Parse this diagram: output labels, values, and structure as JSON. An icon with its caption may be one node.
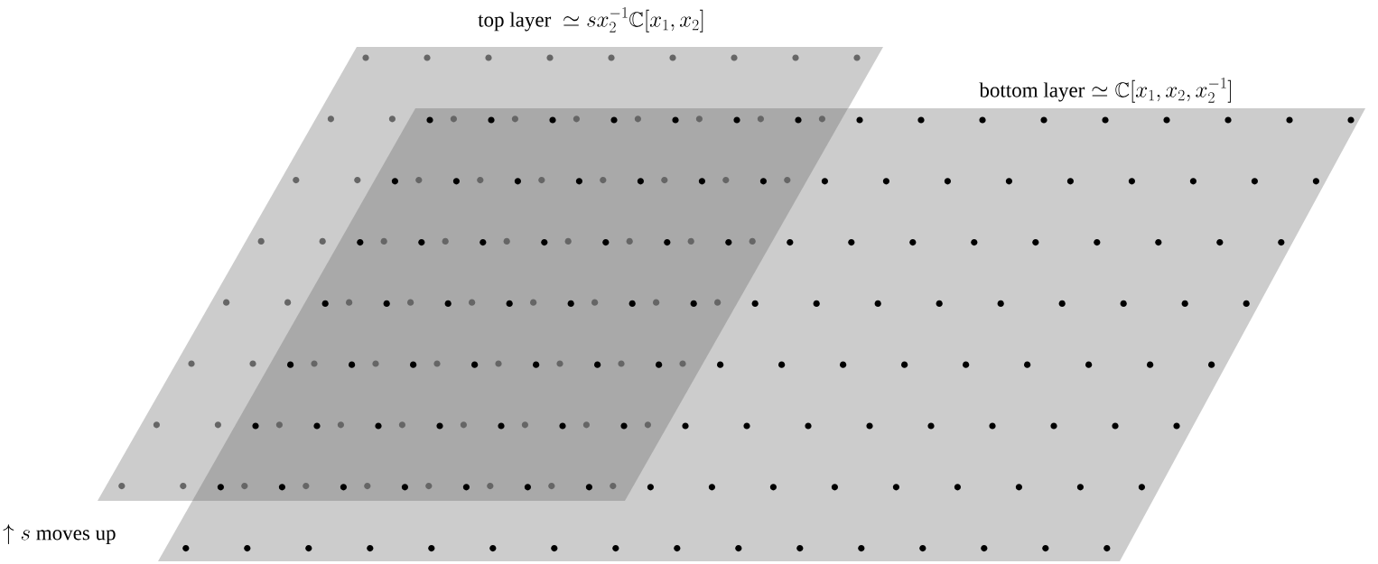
{
  "diagram": {
    "nodes": [
      {
        "text": [
          "\\text{top layer}\\ \\simeq sx_2^{-1}\\mathbb{C}[x_1,x_2]"
        ]
      },
      {
        "text": [
          "\\text{bottom layer} \\simeq \\mathbb{C}[x_1,x_2,x_2^{-1}]"
        ]
      }
    ],
    "labels": [
      "\\uparrow s\\ \\text{moves up}"
    ]
  }
}
